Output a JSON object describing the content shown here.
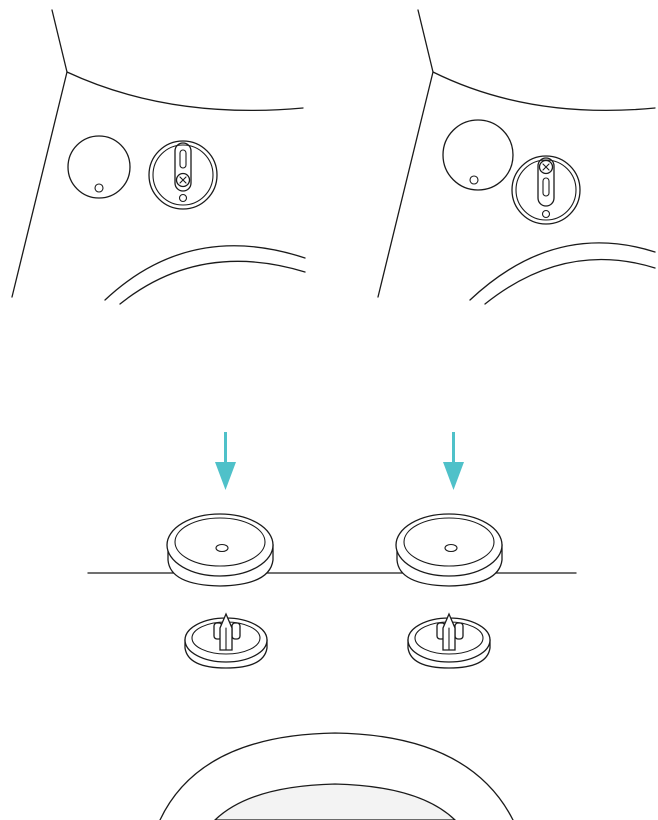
{
  "diagram": {
    "panels": [
      {
        "id": "lock-position-before",
        "screw_position": "bottom"
      },
      {
        "id": "lock-position-after",
        "screw_position": "top"
      }
    ],
    "arrow_color": "#4fc1c9",
    "line_color": "#1a1a1a",
    "pads": [
      {
        "id": "pad-left"
      },
      {
        "id": "pad-right"
      }
    ]
  }
}
